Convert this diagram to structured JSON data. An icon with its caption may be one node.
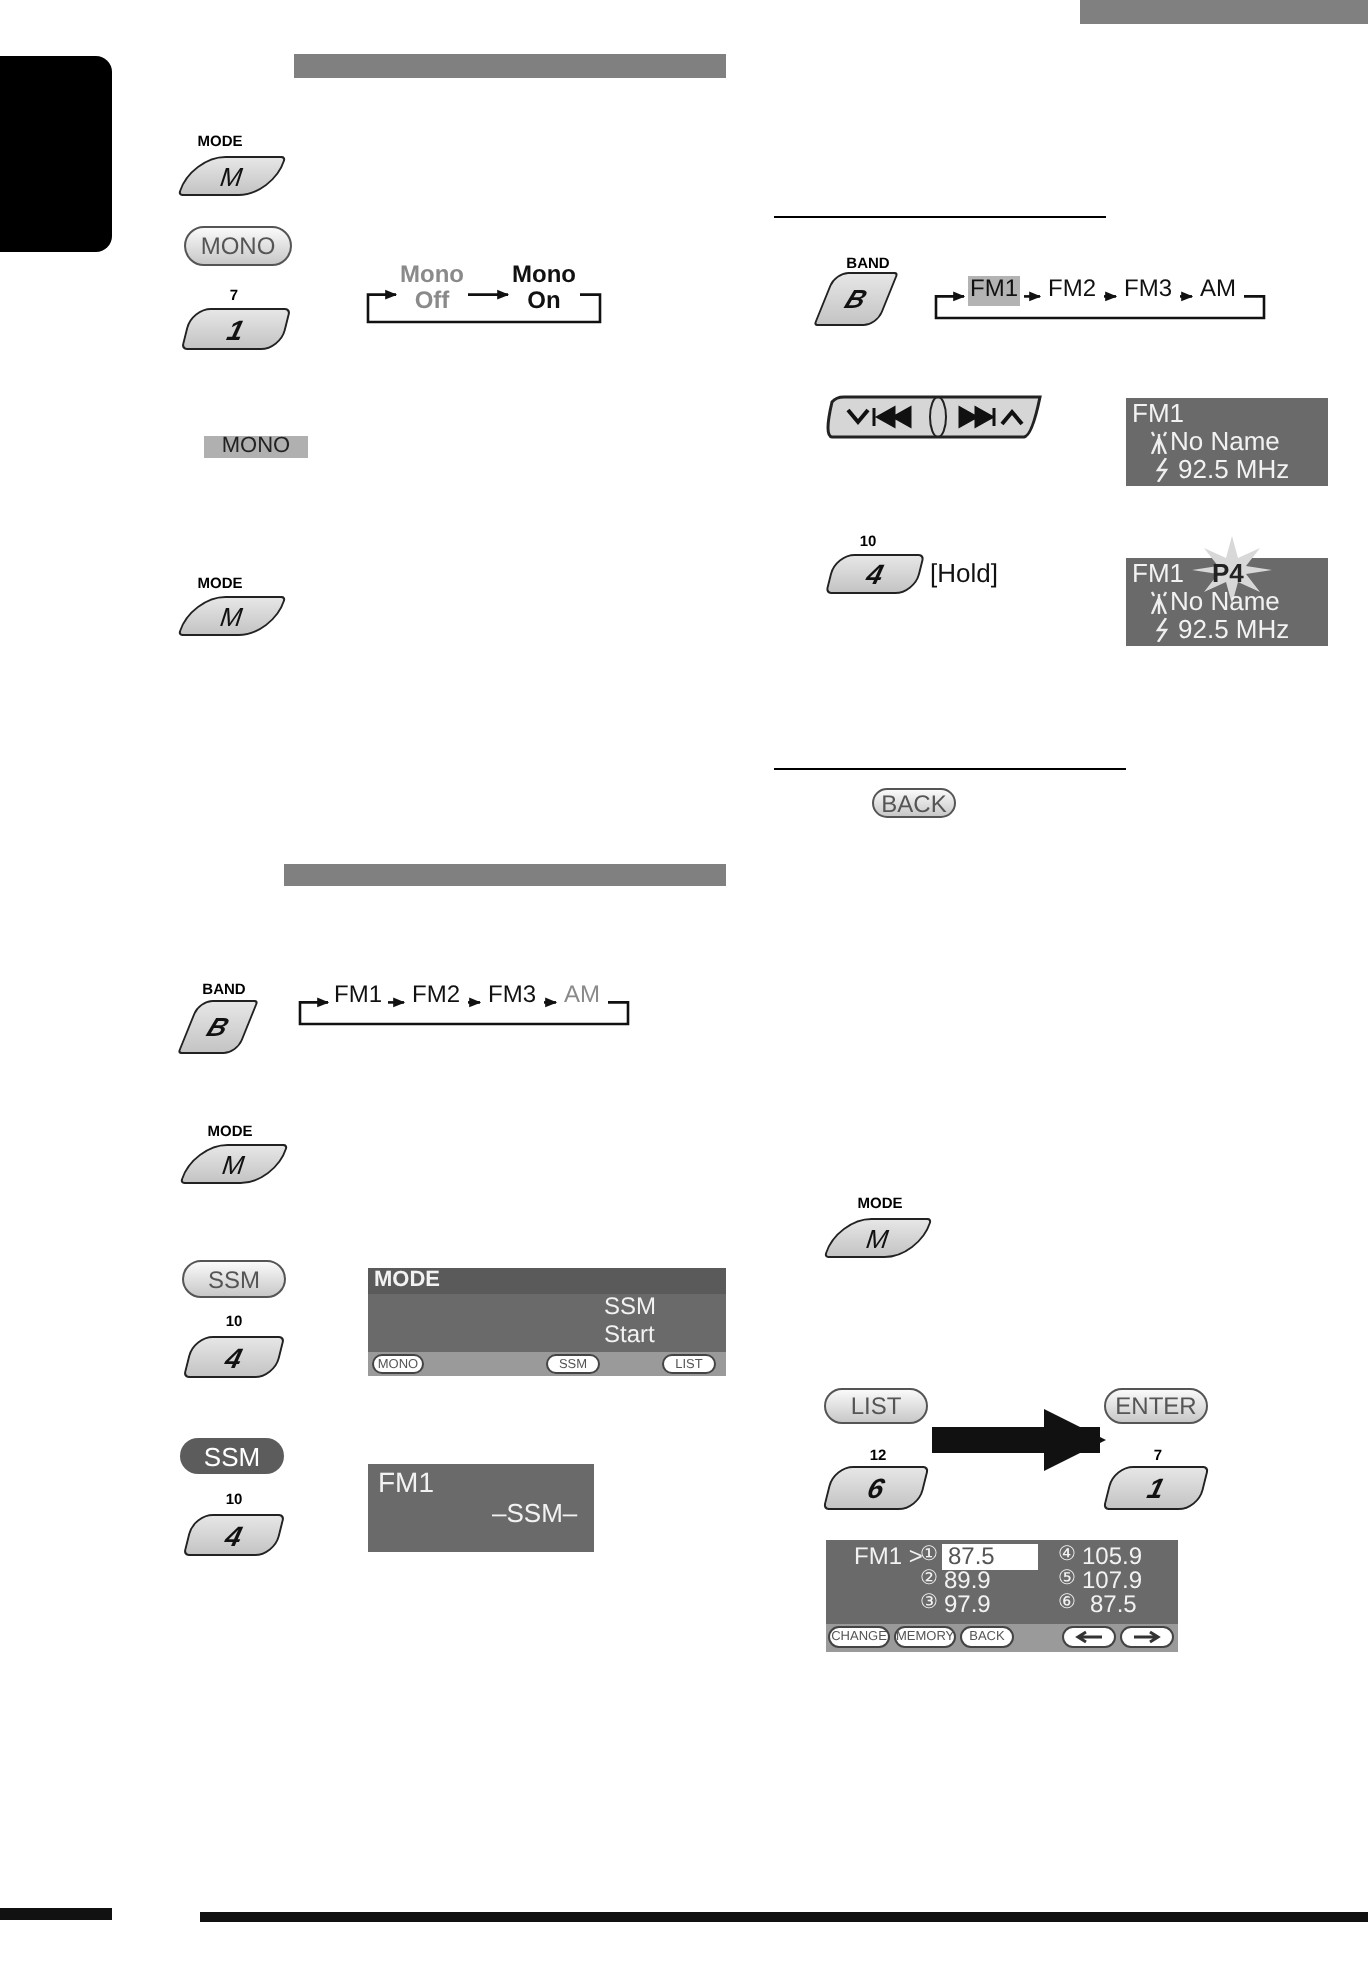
{
  "diagram": {
    "nodes": [
      {
        "text": [
          "Mono Off"
        ]
      },
      {
        "text": [
          "Mono On"
        ]
      },
      {
        "text": [
          "FM1"
        ]
      },
      {
        "text": [
          "FM2"
        ]
      },
      {
        "text": [
          "FM3"
        ]
      },
      {
        "text": [
          "AM"
        ]
      },
      {
        "text": [
          "FM1"
        ]
      },
      {
        "text": [
          "FM2"
        ]
      },
      {
        "text": [
          "FM3"
        ]
      },
      {
        "text": [
          "AM"
        ]
      },
      {
        "text": [
          "LIST",
          "12",
          "6"
        ]
      },
      {
        "text": [
          "ENTER",
          "7",
          "1"
        ]
      },
      {
        "text": [],
        "shape": "box"
      }
    ],
    "edges": [
      {
        "from": 0,
        "to": 1,
        "arrow": "to"
      },
      {
        "from": 1,
        "to": 0,
        "arrow": "to"
      },
      {
        "from": 2,
        "to": 3,
        "arrow": "to"
      },
      {
        "from": 3,
        "to": 4,
        "arrow": "to"
      },
      {
        "from": 4,
        "to": 5,
        "arrow": "to"
      },
      {
        "from": 5,
        "to": 2,
        "arrow": "to"
      },
      {
        "from": 6,
        "to": 7,
        "arrow": "to"
      },
      {
        "from": 7,
        "to": 8,
        "arrow": "to"
      },
      {
        "from": 8,
        "to": 9,
        "arrow": "to"
      },
      {
        "from": 9,
        "to": 6,
        "arrow": "to"
      },
      {
        "from": 10,
        "to": 11,
        "arrow": "to",
        "style": "thick"
      }
    ],
    "labels": [
      "MODE",
      "M",
      "MONO",
      "7",
      "1",
      "MONO",
      "MODE",
      "M",
      "BAND",
      "B",
      "MODE",
      "M",
      "SSM",
      "10",
      "4",
      "MODE",
      "SSM",
      "Start",
      "MONO",
      "SSM",
      "LIST",
      "SSM",
      "10",
      "4",
      "FM1",
      "–SSM–",
      "BAND",
      "B",
      "FM1",
      "No Name",
      "92.5 MHz",
      "10",
      "4",
      "[Hold]",
      "FM1",
      "P4",
      "No Name",
      "92.5 MHz",
      "BACK",
      "MODE",
      "M",
      "FM1 >",
      "①",
      "87.5",
      "④",
      "105.9",
      "②",
      "89.9",
      "⑤",
      "107.9",
      "③",
      "97.9",
      "⑥",
      "87.5",
      "CHANGE",
      "MEMORY",
      "BACK"
    ]
  }
}
